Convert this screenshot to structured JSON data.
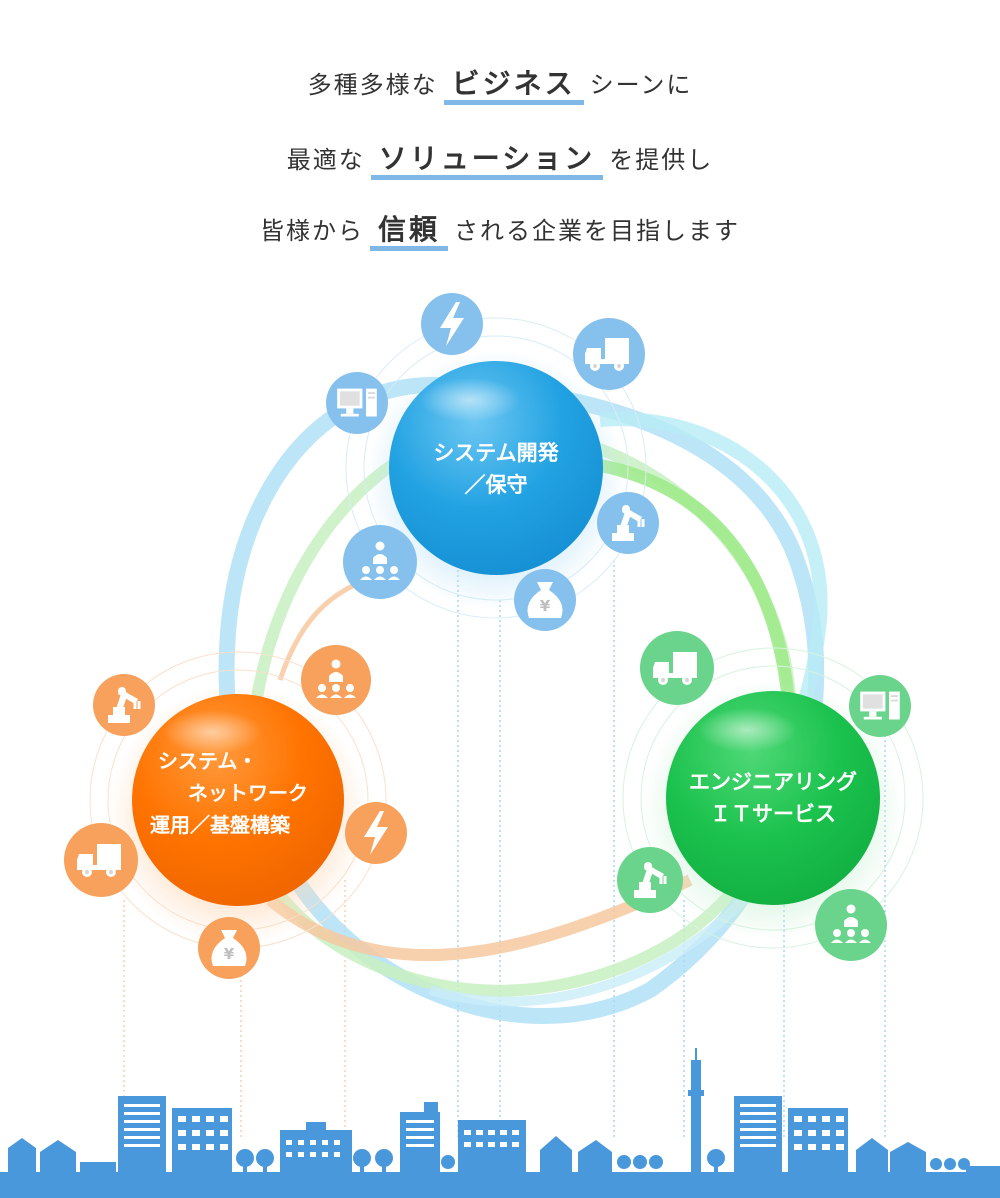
{
  "headline": {
    "line1": {
      "before": "多種多様な",
      "emphasis": "ビジネス",
      "after": "シーンに"
    },
    "line2": {
      "before": "最適な",
      "emphasis": "ソリューション",
      "after": "を提供し"
    },
    "line3": {
      "before": "皆様から",
      "emphasis": "信頼",
      "after": "される企業を目指します"
    }
  },
  "spheres": {
    "development": {
      "line1": "システム開発",
      "line2": "／保守",
      "color": "#1a9fe0"
    },
    "operations": {
      "line1": "システム・",
      "line2": "ネットワーク",
      "line3": "運用／基盤構築",
      "color": "#ff7200"
    },
    "engineering": {
      "line1": "エンジニアリング",
      "line2": "ＩＴサービス",
      "color": "#18c24c"
    }
  },
  "icons": {
    "development": [
      "lightning-icon",
      "truck-icon",
      "computer-icon",
      "robot-arm-icon",
      "people-group-icon",
      "money-bag-icon"
    ],
    "operations": [
      "robot-arm-icon",
      "people-group-icon",
      "lightning-icon",
      "truck-icon",
      "money-bag-icon"
    ],
    "engineering": [
      "truck-icon",
      "computer-icon",
      "robot-arm-icon",
      "people-group-icon"
    ]
  },
  "colors": {
    "blue_icon": "#85c1ec",
    "orange_icon": "#f7a15c",
    "green_icon": "#6ad48c",
    "city": "#4a98dc",
    "highlight": "#7fb8e6"
  }
}
